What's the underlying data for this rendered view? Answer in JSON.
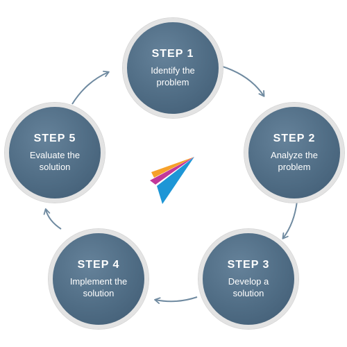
{
  "steps": [
    {
      "title": "STEP 1",
      "desc": "Identify the problem"
    },
    {
      "title": "STEP 2",
      "desc": "Analyze the problem"
    },
    {
      "title": "STEP 3",
      "desc": "Develop a solution"
    },
    {
      "title": "STEP 4",
      "desc": "Implement the solution"
    },
    {
      "title": "STEP 5",
      "desc": "Evaluate the solution"
    }
  ],
  "colors": {
    "circle": "#4f6c84",
    "ring": "#e3e3e3",
    "arrow": "#6f8aa0",
    "logo": [
      "#f6a12a",
      "#c2389a",
      "#1e96d6"
    ]
  },
  "logo_icon": "paper-plane-logo-icon"
}
